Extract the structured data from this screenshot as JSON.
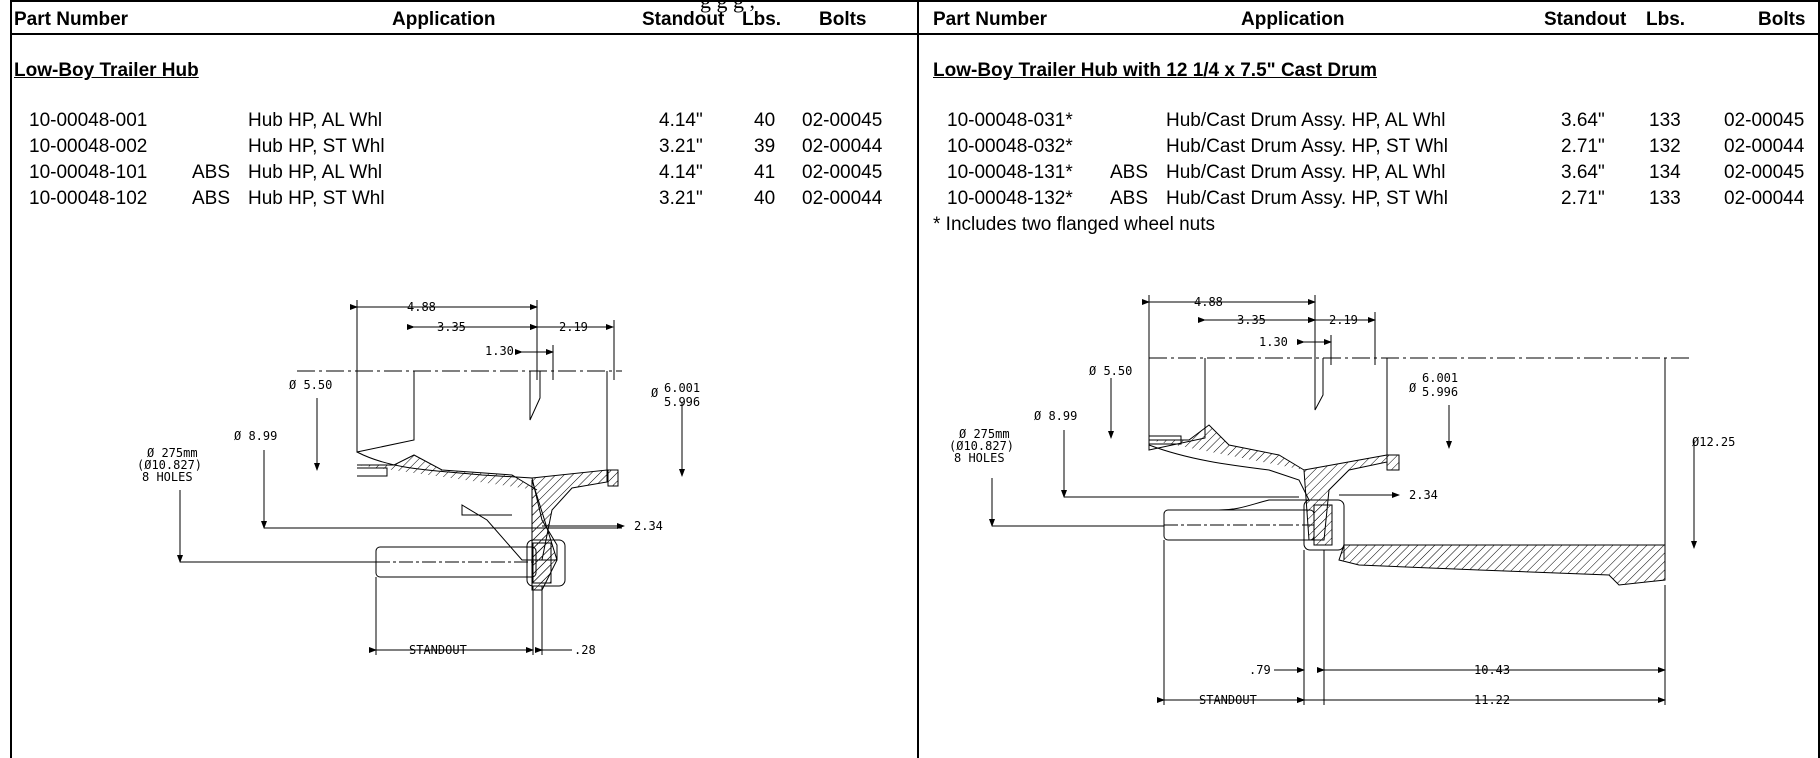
{
  "page_title_fragment": "g      g       g    ,",
  "table_headers": {
    "part_number": "Part Number",
    "application": "Application",
    "standout": "Standout",
    "lbs": "Lbs.",
    "bolts": "Bolts"
  },
  "left": {
    "section_title": "Low-Boy Trailer Hub",
    "rows": [
      {
        "part": "10-00048-001",
        "abs": "",
        "app": "Hub HP, AL Whl",
        "standout": "4.14\"",
        "lbs": "40",
        "bolts": "02-00045"
      },
      {
        "part": "10-00048-002",
        "abs": "",
        "app": "Hub HP, ST Whl",
        "standout": "3.21\"",
        "lbs": "39",
        "bolts": "02-00044"
      },
      {
        "part": "10-00048-101",
        "abs": "ABS",
        "app": "Hub HP, AL Whl",
        "standout": "4.14\"",
        "lbs": "41",
        "bolts": "02-00045"
      },
      {
        "part": "10-00048-102",
        "abs": "ABS",
        "app": "Hub HP, ST Whl",
        "standout": "3.21\"",
        "lbs": "40",
        "bolts": "02-00044"
      }
    ],
    "drawing": {
      "d488": "4.88",
      "d335": "3.35",
      "d219": "2.19",
      "d130": "1.30",
      "d550": "Ø 5.50",
      "d6001": "6.001",
      "d5996": "5.996",
      "dphi": "Ø",
      "d899": "Ø 8.99",
      "d275a": "Ø 275mm",
      "d275b": "(Ø10.827)",
      "d275c": "8 HOLES",
      "d234": "2.34",
      "standout": "STANDOUT",
      "d28": ".28"
    }
  },
  "right": {
    "section_title": "Low-Boy Trailer Hub with 12 1/4 x 7.5\" Cast Drum",
    "rows": [
      {
        "part": "10-00048-031*",
        "abs": "",
        "app": "Hub/Cast Drum Assy. HP, AL Whl",
        "standout": "3.64\"",
        "lbs": "133",
        "bolts": "02-00045"
      },
      {
        "part": "10-00048-032*",
        "abs": "",
        "app": "Hub/Cast Drum Assy. HP, ST Whl",
        "standout": "2.71\"",
        "lbs": "132",
        "bolts": "02-00044"
      },
      {
        "part": "10-00048-131*",
        "abs": "ABS",
        "app": "Hub/Cast Drum Assy. HP, AL Whl",
        "standout": "3.64\"",
        "lbs": "134",
        "bolts": "02-00045"
      },
      {
        "part": "10-00048-132*",
        "abs": "ABS",
        "app": "Hub/Cast Drum Assy. HP, ST Whl",
        "standout": "2.71\"",
        "lbs": "133",
        "bolts": "02-00044"
      }
    ],
    "footnote": "* Includes two flanged wheel nuts",
    "drawing": {
      "d488": "4.88",
      "d335": "3.35",
      "d219": "2.19",
      "d130": "1.30",
      "d550": "Ø 5.50",
      "d6001": "6.001",
      "d5996": "5.996",
      "dphi": "Ø",
      "d899": "Ø 8.99",
      "d275a": "Ø 275mm",
      "d275b": "(Ø10.827)",
      "d275c": "8 HOLES",
      "d1225": "Ø12.25",
      "d234": "2.34",
      "d79": ".79",
      "d1043": "10.43",
      "standout": "STANDOUT",
      "d1122": "11.22"
    }
  }
}
